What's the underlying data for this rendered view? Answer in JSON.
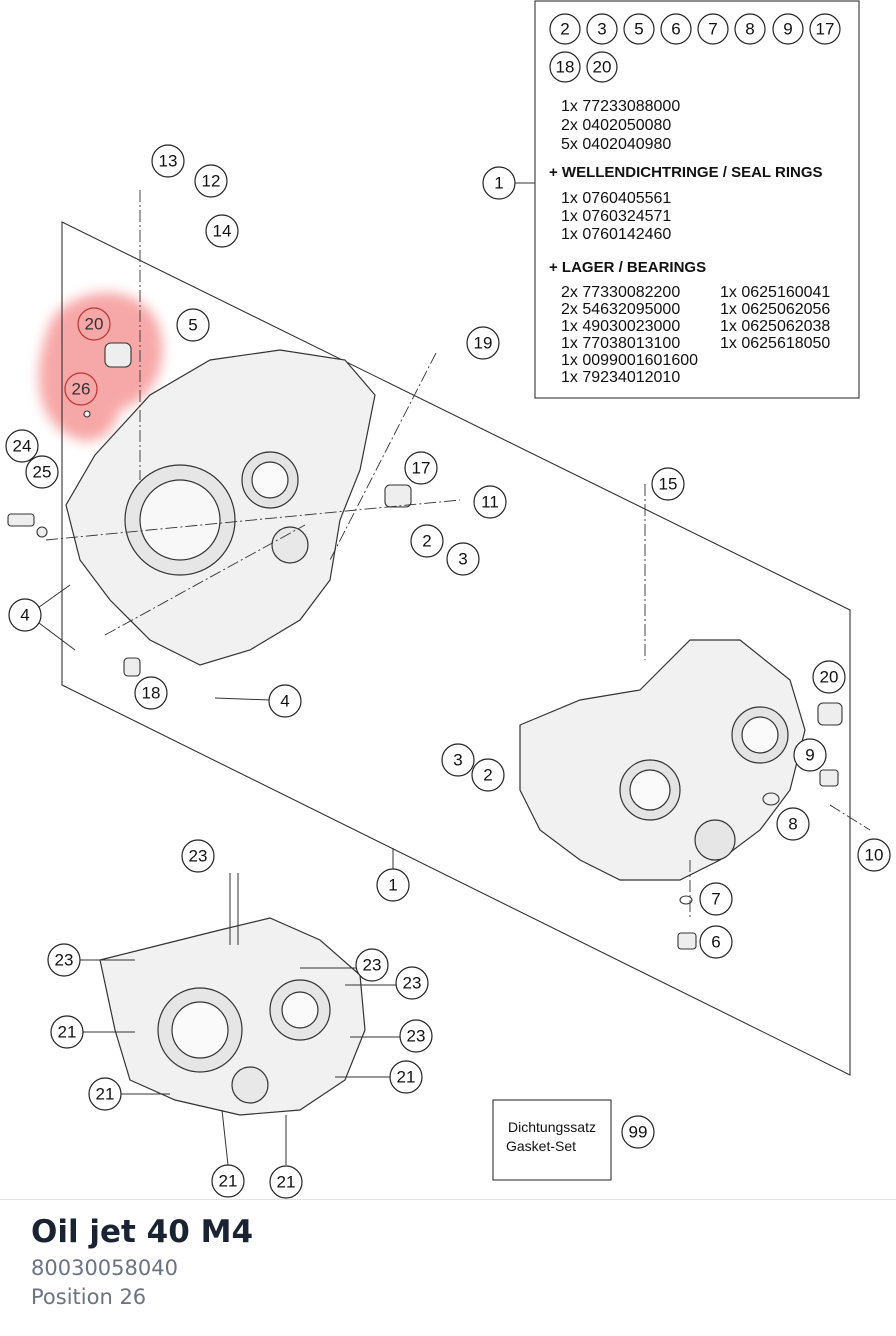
{
  "callouts": {
    "c1_top": "1",
    "c1_bottom": "1",
    "c2": "2",
    "c3": "3",
    "c2b": "2",
    "c3b": "3",
    "c4a": "4",
    "c4b": "4",
    "c5": "5",
    "c6": "6",
    "c7": "7",
    "c8": "8",
    "c9": "9",
    "c10": "10",
    "c11": "11",
    "c12": "12",
    "c13": "13",
    "c14": "14",
    "c15": "15",
    "c17": "17",
    "c18": "18",
    "c19": "19",
    "c20a": "20",
    "c20b": "20",
    "c24": "24",
    "c25": "25",
    "c26": "26",
    "c21": "21",
    "c23": "23",
    "c99": "99"
  },
  "legend": {
    "header_circles": [
      "2",
      "3",
      "5",
      "6",
      "7",
      "8",
      "9",
      "17",
      "18",
      "20"
    ],
    "parts": [
      "1x 77233088000",
      "2x 0402050080",
      "5x 0402040980"
    ],
    "seal_title": "+ WELLENDICHTRINGE / SEAL RINGS",
    "seals": [
      "1x 0760405561",
      "1x 0760324571",
      "1x 0760142460"
    ],
    "bearing_title": "+ LAGER / BEARINGS",
    "bearings_left": [
      "2x 77330082200",
      "2x 54632095000",
      "1x 49030023000",
      "1x 77038013100",
      "1x 0099001601600",
      "1x 79234012010"
    ],
    "bearings_right": [
      "1x 0625160041",
      "1x 0625062056",
      "1x 0625062038",
      "1x 0625618050"
    ]
  },
  "gasket": {
    "line1": "Dichtungssatz",
    "line2": "Gasket-Set"
  },
  "footer": {
    "name": "Oil jet 40 M4",
    "number": "80030058040",
    "position": "Position 26"
  },
  "colors": {
    "highlight": "#f26d6d",
    "line": "#222222",
    "title": "#1a2332",
    "subtext": "#6b7280"
  }
}
